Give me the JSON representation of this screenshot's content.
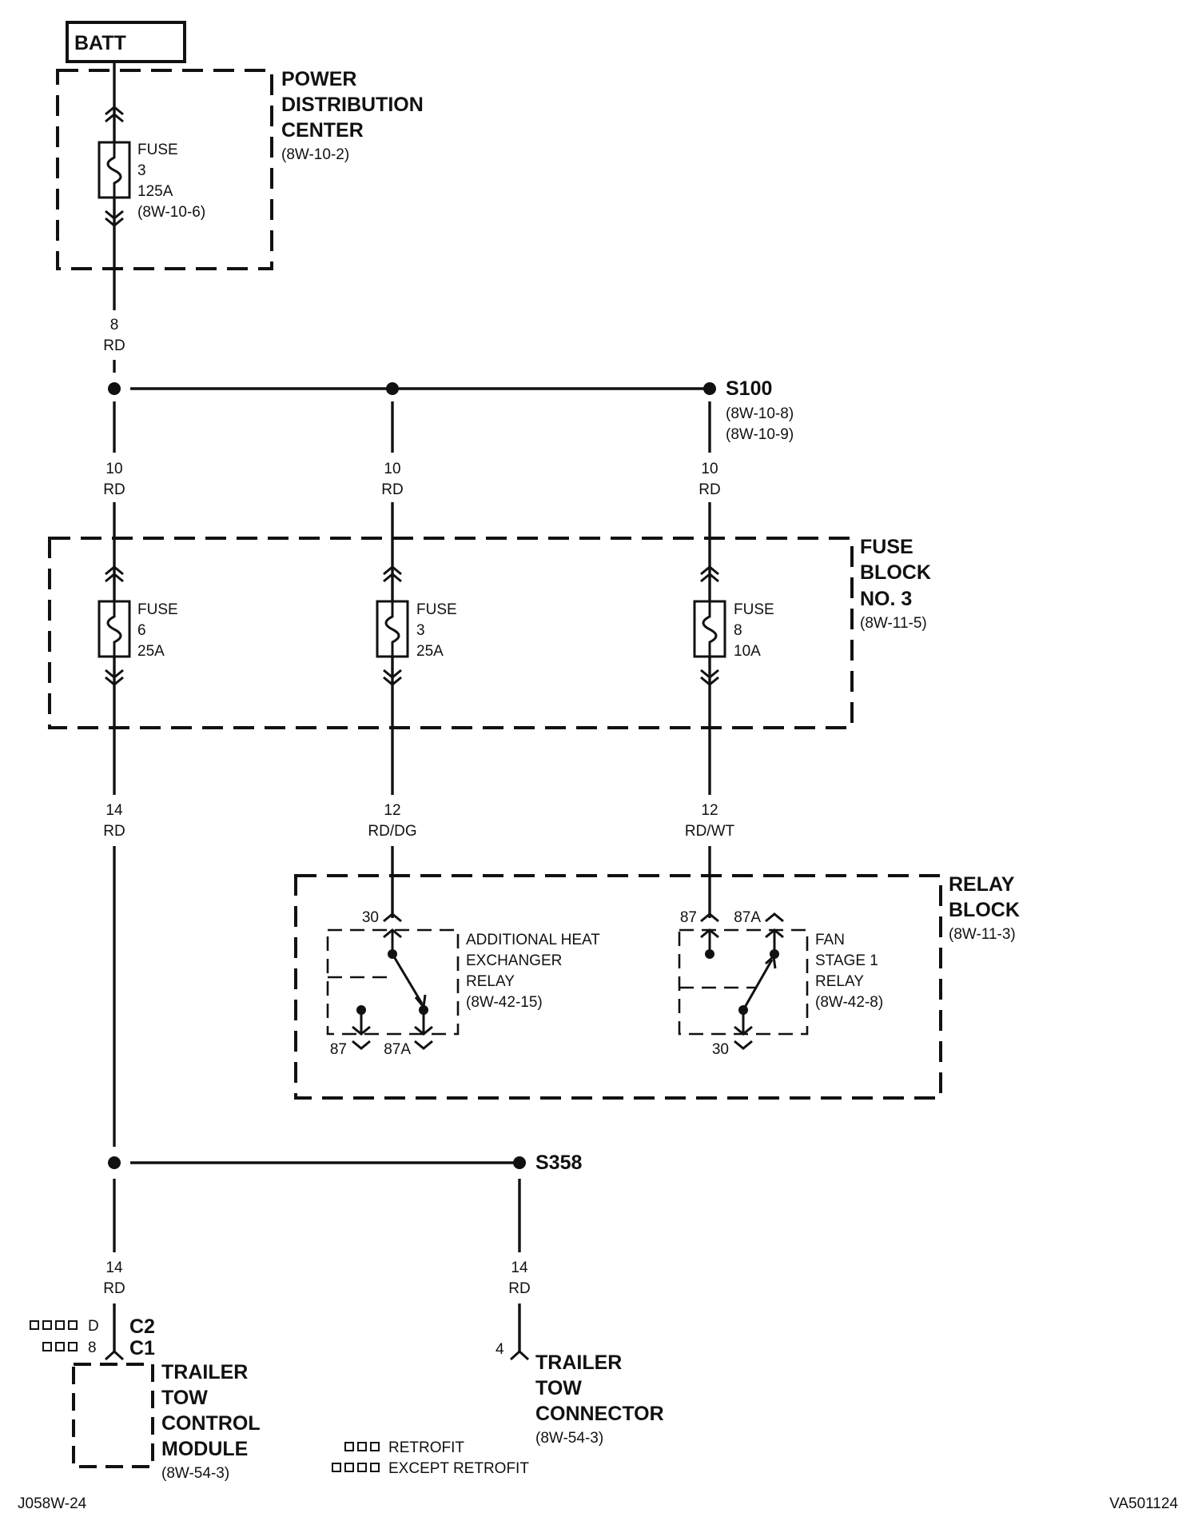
{
  "components": {
    "batt": "BATT",
    "pdc": {
      "name_lines": [
        "POWER",
        "DISTRIBUTION",
        "CENTER"
      ],
      "ref": "(8W-10-2)"
    },
    "pdc_fuse": {
      "lines": [
        "FUSE",
        "3",
        "125A",
        "(8W-10-6)"
      ]
    },
    "fuse_block": {
      "name_lines": [
        "FUSE",
        "BLOCK",
        "NO. 3"
      ],
      "ref": "(8W-11-5)"
    },
    "fuse6": {
      "lines": [
        "FUSE",
        "6",
        "25A"
      ]
    },
    "fuse3": {
      "lines": [
        "FUSE",
        "3",
        "25A"
      ]
    },
    "fuse8": {
      "lines": [
        "FUSE",
        "8",
        "10A"
      ]
    },
    "relay_block": {
      "name_lines": [
        "RELAY",
        "BLOCK"
      ],
      "ref": "(8W-11-3)"
    },
    "heat_relay": {
      "lines": [
        "ADDITIONAL HEAT",
        "EXCHANGER",
        "RELAY",
        "(8W-42-15)"
      ],
      "pin_top": "30",
      "pin_87": "87",
      "pin_87a": "87A"
    },
    "fan_relay": {
      "lines": [
        "FAN",
        "STAGE 1",
        "RELAY",
        "(8W-42-8)"
      ],
      "pin_87": "87",
      "pin_87a": "87A",
      "pin_30": "30"
    },
    "tcm": {
      "name_lines": [
        "TRAILER",
        "TOW",
        "CONTROL",
        "MODULE"
      ],
      "ref": "(8W-54-3)",
      "c2": "C2",
      "c1": "C1",
      "pin_c2": "D",
      "pin_c1": "8"
    },
    "connector": {
      "name_lines": [
        "TRAILER",
        "TOW",
        "CONNECTOR"
      ],
      "ref": "(8W-54-3)",
      "pin": "4"
    }
  },
  "splices": {
    "s100": {
      "name": "S100",
      "refs": [
        "(8W-10-8)",
        "(8W-10-9)"
      ]
    },
    "s358": {
      "name": "S358"
    }
  },
  "wires": {
    "batt_feed": [
      "8",
      "RD"
    ],
    "s100_a": [
      "10",
      "RD"
    ],
    "s100_b": [
      "10",
      "RD"
    ],
    "s100_c": [
      "10",
      "RD"
    ],
    "fuse6_out": [
      "14",
      "RD"
    ],
    "fuse3_out": [
      "12",
      "RD/DG"
    ],
    "fuse8_out": [
      "12",
      "RD/WT"
    ],
    "tcm_feed": [
      "14",
      "RD"
    ],
    "conn_feed": [
      "14",
      "RD"
    ]
  },
  "legend": {
    "retrofit": "RETROFIT",
    "except_retrofit": "EXCEPT RETROFIT"
  },
  "footer": {
    "left": "J058W-24",
    "right": "VA501124"
  }
}
